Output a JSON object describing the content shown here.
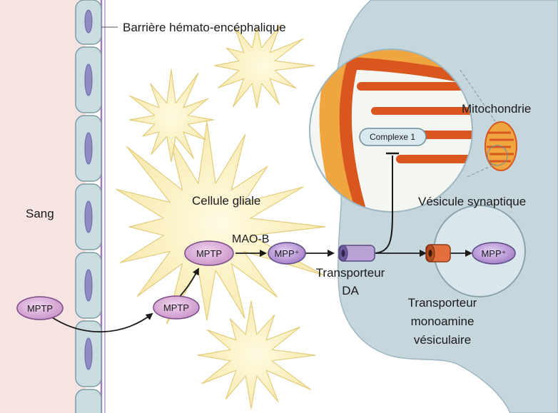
{
  "labels": {
    "bbb": "Barrière hémato-encéphalique",
    "blood": "Sang",
    "glial_cell": "Cellule gliale",
    "mitochondria": "Mitochondrie",
    "synaptic_vesicle": "Vésicule synaptique",
    "complex1": "Complexe 1",
    "mao_b": "MAO-B",
    "da_transporter_line1": "Transporteur",
    "da_transporter_line2": "DA",
    "vmat_line1": "Transporteur",
    "vmat_line2": "monoamine",
    "vmat_line3": "vésiculaire"
  },
  "molecules": {
    "mptp_blood": "MPTP",
    "mptp_in_endothelium": "MPTP",
    "mptp_in_glia": "MPTP",
    "mpp_extracellular": "MPP⁺",
    "mpp_vesicle": "MPP⁺"
  },
  "colors": {
    "blood_background": "#f6e4e2",
    "endothelial_cell": "#c9dde0",
    "basement_membrane": "#9b7bb8",
    "glial_cell": "#fbf1c0",
    "neuron_terminal": "#c6d6dd",
    "mitochondria_red": "#d9571f",
    "mitochondria_orange": "#f0a640",
    "mptp_fill": "#d8a9d6",
    "mpp_fill": "#b58fd3",
    "dat_fill": "#b9a2d6",
    "vmat_fill": "#e2703f",
    "complex1_fill": "#d7e8ef"
  }
}
